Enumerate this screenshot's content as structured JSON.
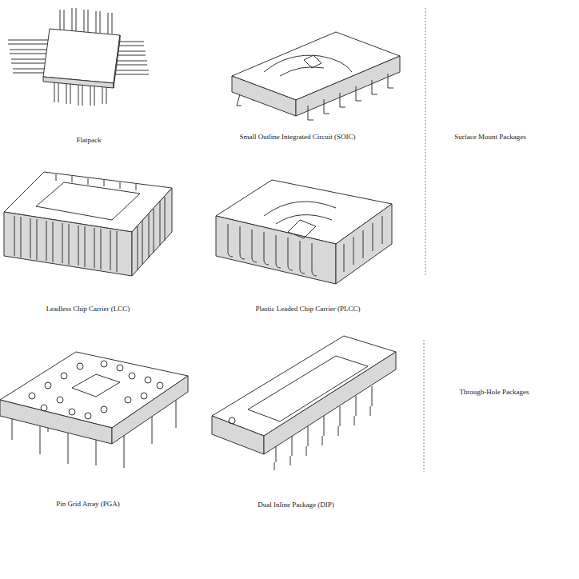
{
  "diagram": {
    "labels": [
      "Flatpack",
      "Small Outline Integrated Circuit (SOIC)",
      "Surface Mount Packages",
      "Leadless Chip Carrier (LCC)",
      "Plastic Leaded Chip Carrier (PLCC)",
      "Pin Grid Array (PGA)",
      "Dual Inline Package (DIP)",
      "Through-Hole Packages"
    ]
  }
}
